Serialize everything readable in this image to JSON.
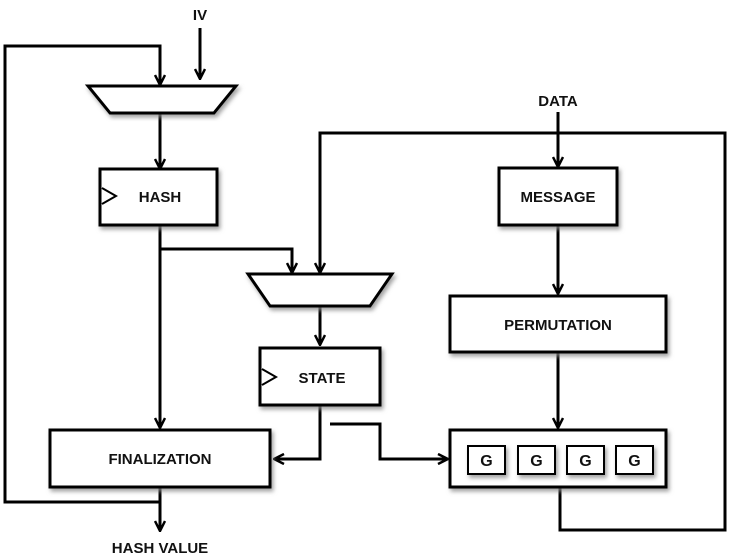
{
  "labels": {
    "iv": "IV",
    "data": "DATA",
    "hash_value": "HASH VALUE"
  },
  "blocks": {
    "hash": "HASH",
    "message": "MESSAGE",
    "permutation": "PERMUTATION",
    "state": "STATE",
    "finalization": "FINALIZATION",
    "g_units": [
      "G",
      "G",
      "G",
      "G"
    ]
  },
  "colors": {
    "stroke": "#000000",
    "box_fill": "#ffffff",
    "box_shadow": "#9a9a9a",
    "mux_fill": "#ffffff"
  }
}
